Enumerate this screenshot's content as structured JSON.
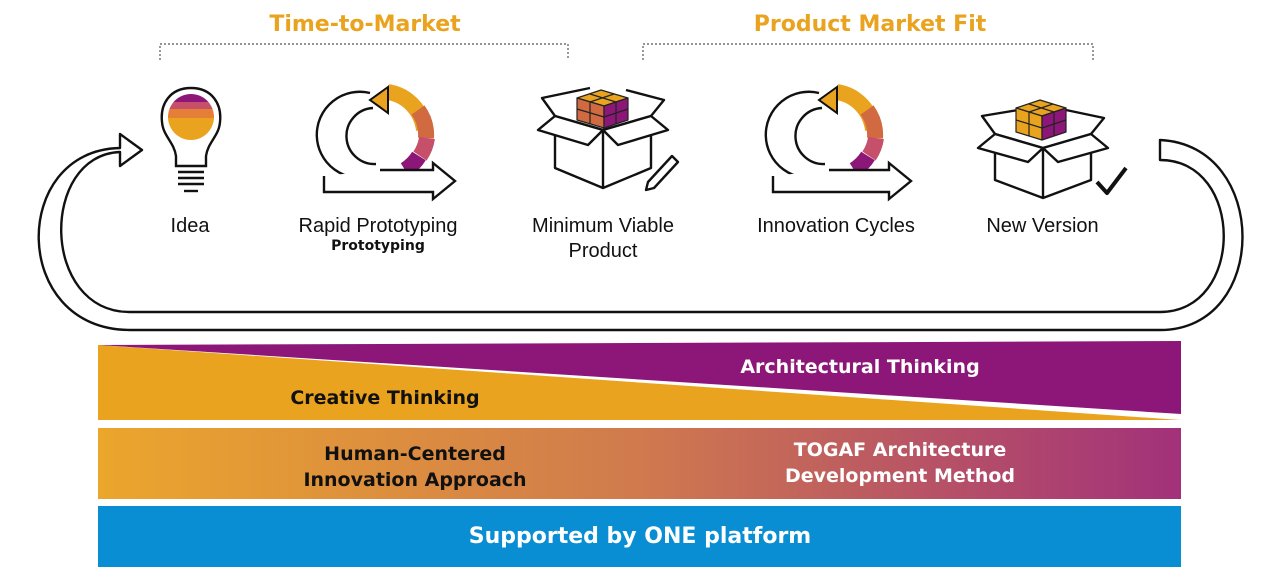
{
  "headers": {
    "time_to_market": "Time-to-Market",
    "product_market_fit": "Product Market Fit"
  },
  "steps": [
    {
      "label": "Idea",
      "icon": "lightbulb-icon"
    },
    {
      "label": "Rapid Prototyping",
      "sublabel": "Prototyping",
      "icon": "cycle-arrow-icon"
    },
    {
      "label": "Minimum Viable Product",
      "icon": "box-cube-pencil-icon"
    },
    {
      "label": "Innovation Cycles",
      "icon": "cycle-arrow-icon"
    },
    {
      "label": "New Version",
      "icon": "box-cube-check-icon"
    }
  ],
  "bands": {
    "creative": "Creative Thinking",
    "architectural": "Architectural Thinking",
    "human_centered": "Human-Centered Innovation Approach",
    "togaf": "TOGAF Architecture Development Method",
    "platform": "Supported by ONE platform"
  },
  "colors": {
    "orange": "#eaa31e",
    "purple": "#8d1779",
    "blue": "#0a8ed3",
    "header": "#eaa31e"
  }
}
